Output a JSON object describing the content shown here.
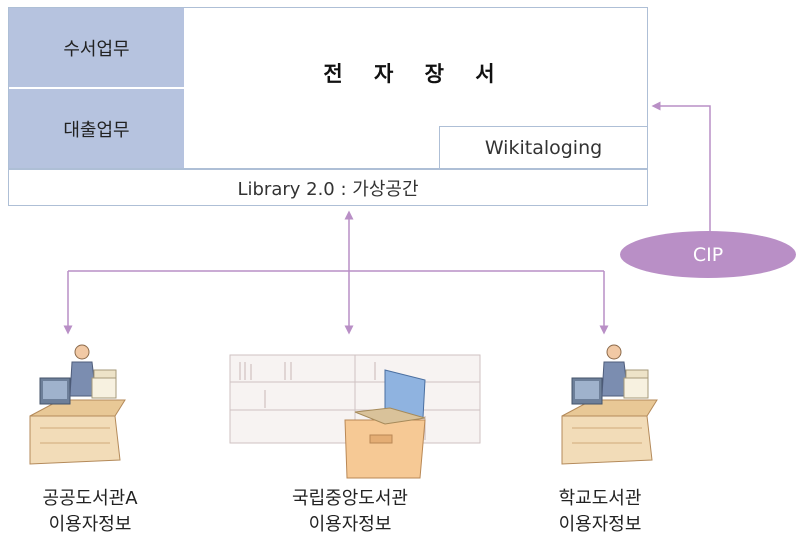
{
  "diagram": {
    "box": {
      "cell_top": "수서업무",
      "cell_bottom": "대출업무",
      "title": "전 자 장 서",
      "wiki": "Wikitaloging",
      "library": "Library 2.0 : 가상공간"
    },
    "cip": "CIP",
    "nodes": [
      {
        "line1": "공공도서관A",
        "line2": "이용자정보",
        "icon": "librarian-desk-icon"
      },
      {
        "line1": "국립중앙도서관",
        "line2": "이용자정보",
        "icon": "library-shelves-computer-icon"
      },
      {
        "line1": "학교도서관",
        "line2": "이용자정보",
        "icon": "librarian-desk-icon"
      }
    ],
    "colors": {
      "arrow": "#b98fc6",
      "cells": "#b6c3df",
      "border": "#aebfd6"
    }
  }
}
